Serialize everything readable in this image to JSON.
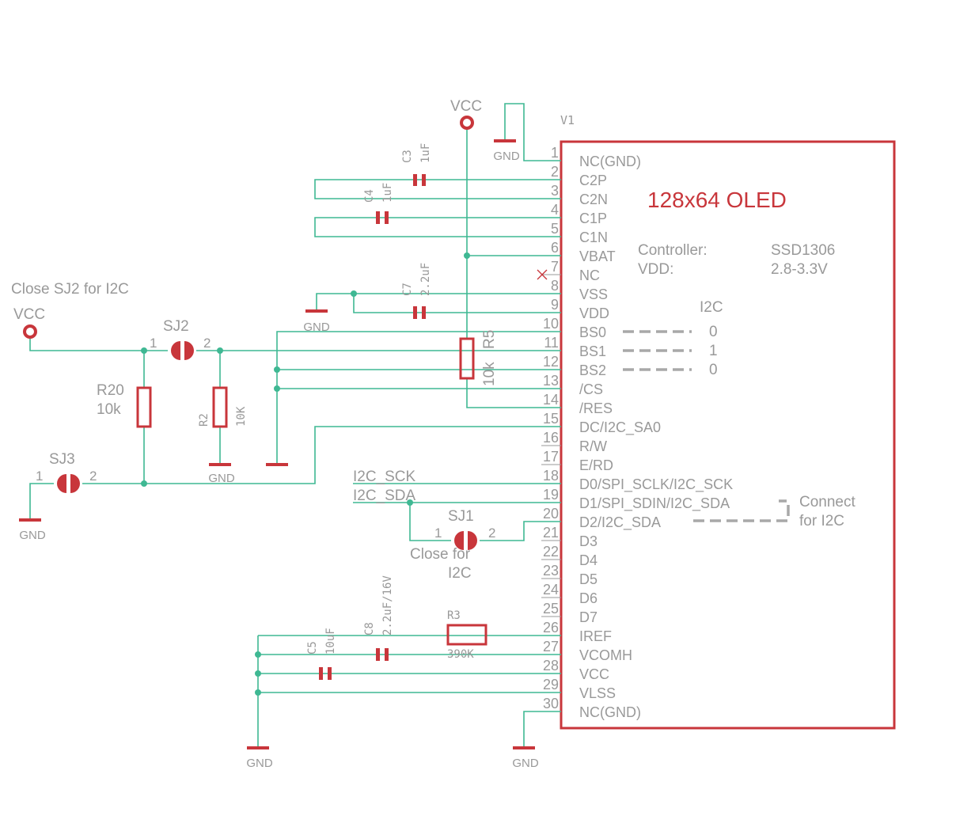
{
  "colors": {
    "wire": "#3fb893",
    "component": "#c8363b",
    "text": "#999999"
  },
  "module": {
    "ref": "V1",
    "title": "128x64 OLED",
    "controller_label": "Controller:",
    "controller_value": "SSD1306",
    "vdd_label": "VDD:",
    "vdd_value": "2.8-3.3V",
    "i2c_header": "I2C",
    "bs_values": [
      "0",
      "1",
      "0"
    ],
    "connect_note_1": "Connect",
    "connect_note_2": "for I2C",
    "pins": [
      {
        "num": "1",
        "name": "NC(GND)"
      },
      {
        "num": "2",
        "name": "C2P"
      },
      {
        "num": "3",
        "name": "C2N"
      },
      {
        "num": "4",
        "name": "C1P"
      },
      {
        "num": "5",
        "name": "C1N"
      },
      {
        "num": "6",
        "name": "VBAT"
      },
      {
        "num": "7",
        "name": "NC"
      },
      {
        "num": "8",
        "name": "VSS"
      },
      {
        "num": "9",
        "name": "VDD"
      },
      {
        "num": "10",
        "name": "BS0"
      },
      {
        "num": "11",
        "name": "BS1"
      },
      {
        "num": "12",
        "name": "BS2"
      },
      {
        "num": "13",
        "name": "/CS"
      },
      {
        "num": "14",
        "name": "/RES"
      },
      {
        "num": "15",
        "name": "DC/I2C_SA0"
      },
      {
        "num": "16",
        "name": "R/W"
      },
      {
        "num": "17",
        "name": "E/RD"
      },
      {
        "num": "18",
        "name": "D0/SPI_SCLK/I2C_SCK"
      },
      {
        "num": "19",
        "name": "D1/SPI_SDIN/I2C_SDA"
      },
      {
        "num": "20",
        "name": "D2/I2C_SDA"
      },
      {
        "num": "21",
        "name": "D3"
      },
      {
        "num": "22",
        "name": "D4"
      },
      {
        "num": "23",
        "name": "D5"
      },
      {
        "num": "24",
        "name": "D6"
      },
      {
        "num": "25",
        "name": "D7"
      },
      {
        "num": "26",
        "name": "IREF"
      },
      {
        "num": "27",
        "name": "VCOMH"
      },
      {
        "num": "28",
        "name": "VCC"
      },
      {
        "num": "29",
        "name": "VLSS"
      },
      {
        "num": "30",
        "name": "NC(GND)"
      }
    ]
  },
  "power": {
    "vcc": "VCC",
    "gnd": "GND"
  },
  "notes": {
    "sj2_note": "Close SJ2 for I2C",
    "sj1_note_1": "Close for",
    "sj1_note_2": "I2C"
  },
  "nets": {
    "i2c_sck": "I2C_SCK",
    "i2c_sda": "I2C_SDA"
  },
  "components": {
    "c3": {
      "ref": "C3",
      "value": "1uF"
    },
    "c4": {
      "ref": "C4",
      "value": "1uF"
    },
    "c7": {
      "ref": "C7",
      "value": "2.2uF"
    },
    "r5": {
      "ref": "R5",
      "value": "10k"
    },
    "r20": {
      "ref": "R20",
      "value": "10k"
    },
    "r2": {
      "ref": "R2",
      "value": "10K"
    },
    "r3": {
      "ref": "R3",
      "value": "390K"
    },
    "c5": {
      "ref": "C5",
      "value": "10uF"
    },
    "c8": {
      "ref": "C8",
      "value": "2.2uF/16V"
    },
    "sj1": {
      "ref": "SJ1",
      "pin1": "1",
      "pin2": "2"
    },
    "sj2": {
      "ref": "SJ2",
      "pin1": "1",
      "pin2": "2"
    },
    "sj3": {
      "ref": "SJ3",
      "pin1": "1",
      "pin2": "2"
    }
  }
}
